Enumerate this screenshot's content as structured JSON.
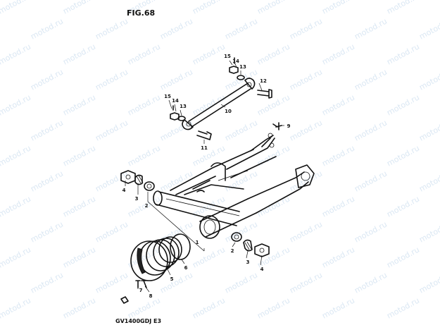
{
  "figure": {
    "title": "FIG.68",
    "model_code": "GV1400GDJ  E3"
  },
  "watermark": "motod.ru",
  "callouts": {
    "c15a": "15",
    "c14a": "14",
    "c13a": "13",
    "c12": "12",
    "c15b": "15",
    "c14b": "14",
    "c13b": "13",
    "c10": "10",
    "c11": "11",
    "c9": "9",
    "c4a": "4",
    "c3a": "3",
    "c2a": "2",
    "c1": "1",
    "c2b": "2",
    "c3b": "3",
    "c4b": "4",
    "c6": "6",
    "c5": "5",
    "c7": "7",
    "c8": "8"
  },
  "colors": {
    "ink": "#111111",
    "watermark": "#cfe0f0",
    "background": "#ffffff"
  }
}
